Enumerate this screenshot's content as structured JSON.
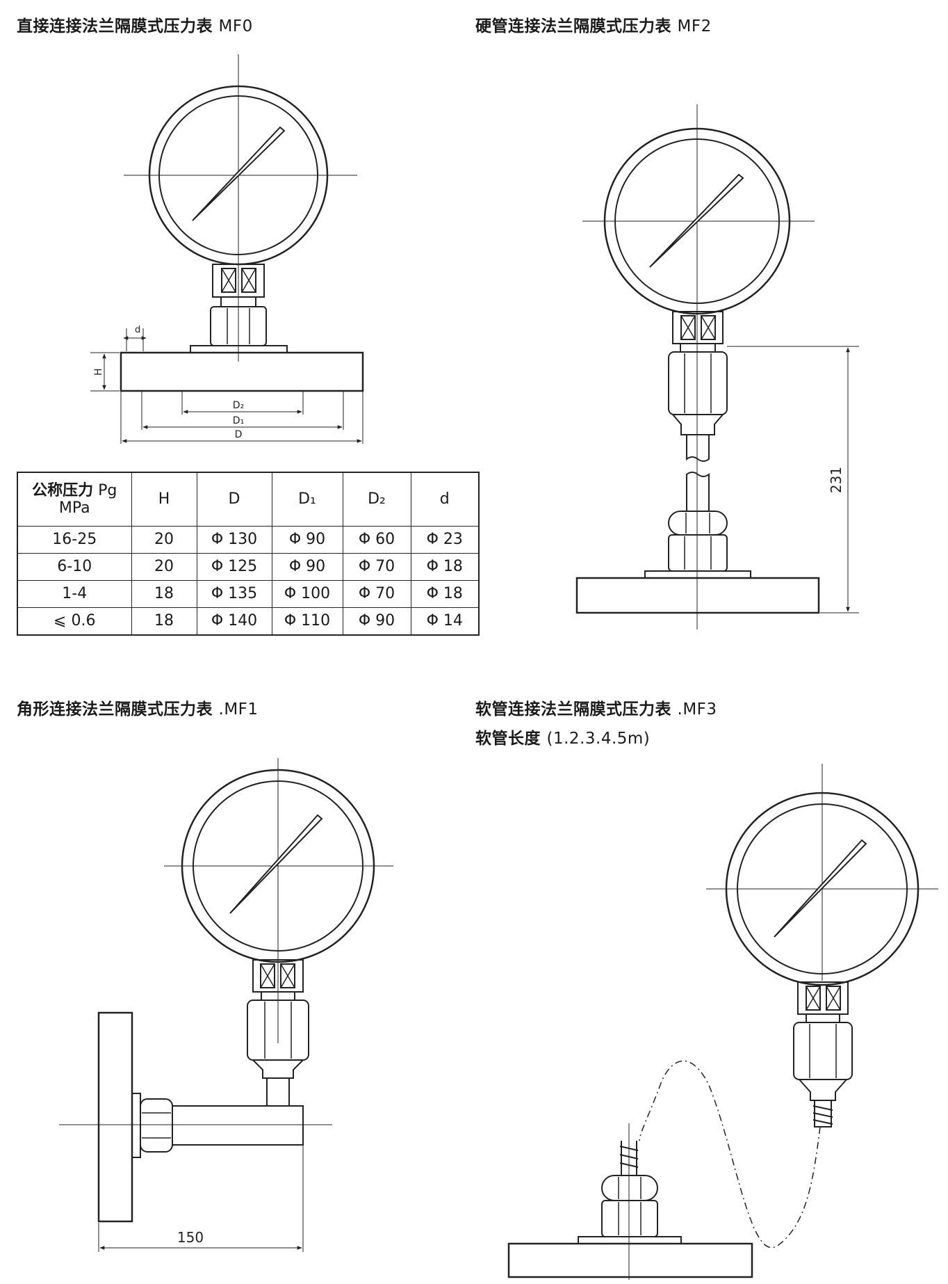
{
  "titles": {
    "mf0": {
      "name": "直接连接法兰隔膜式压力表",
      "code": "MF0"
    },
    "mf2": {
      "name": "硬管连接法兰隔膜式压力表",
      "code": "MF2"
    },
    "mf1": {
      "name": "角形连接法兰隔膜式压力表",
      "code": ".MF1"
    },
    "mf3": {
      "name": "软管连接法兰隔膜式压力表",
      "code": ".MF3"
    },
    "mf3_sub": {
      "name": "软管长度",
      "code": "(1.2.3.4.5m)"
    }
  },
  "dimensions": {
    "d": "d",
    "H": "H",
    "D2": "D₂",
    "D1": "D₁",
    "D": "D",
    "mf2_height": "231",
    "mf1_length": "150"
  },
  "table": {
    "headers": {
      "pg_name": "公称压力",
      "pg_symbol": "Pg",
      "pg_unit": "MPa",
      "H": "H",
      "D": "D",
      "D1": "D₁",
      "D2": "D₂",
      "d": "d"
    },
    "rows": [
      [
        "16-25",
        "20",
        "Φ 130",
        "Φ 90",
        "Φ 60",
        "Φ 23"
      ],
      [
        "6-10",
        "20",
        "Φ 125",
        "Φ 90",
        "Φ 70",
        "Φ 18"
      ],
      [
        "1-4",
        "18",
        "Φ 135",
        "Φ 100",
        "Φ 70",
        "Φ 18"
      ],
      [
        "⩽ 0.6",
        "18",
        "Φ 140",
        "Φ 110",
        "Φ 90",
        "Φ 14"
      ]
    ]
  },
  "colors": {
    "ink": "#222222",
    "background": "#ffffff"
  }
}
